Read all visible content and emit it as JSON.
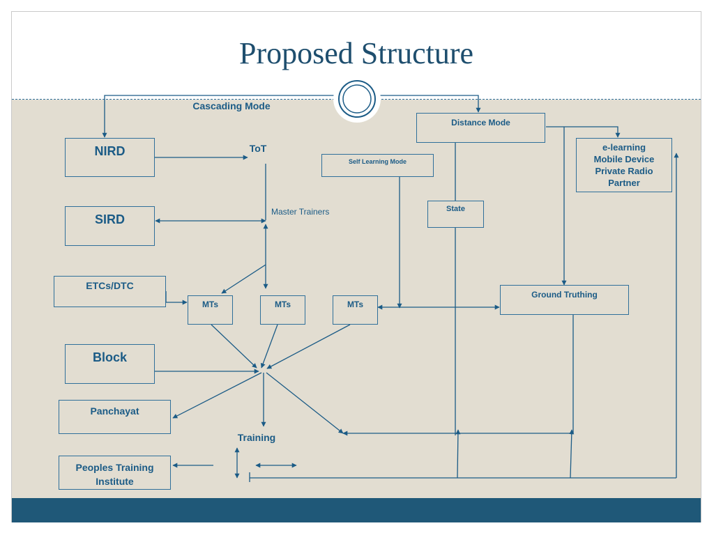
{
  "slide": {
    "title": "Proposed Structure",
    "colors": {
      "accent": "#1b5b86",
      "line": "#2f6f9a",
      "content_bg": "#e2ddd1",
      "footer": "#1f5878",
      "title": "#1e4e6e"
    }
  },
  "labels": {
    "cascading_mode": "Cascading Mode",
    "tot": "ToT",
    "master_trainers": "Master Trainers",
    "training": "Training"
  },
  "boxes": {
    "nird": "NIRD",
    "sird": "SIRD",
    "etcs_dtc": "ETCs/DTC",
    "block": "Block",
    "panchayat": "Panchayat",
    "peoples_training_institute": [
      "Peoples Training",
      "Institute"
    ],
    "mts_1": "MTs",
    "mts_2": "MTs",
    "mts_3": "MTs",
    "self_learning_mode": "Self Learning Mode",
    "distance_mode": "Distance Mode",
    "state": "State",
    "ground_truthing": "Ground Truthing",
    "elearning": [
      "e-learning",
      "Mobile Device",
      "Private Radio",
      "Partner"
    ]
  }
}
